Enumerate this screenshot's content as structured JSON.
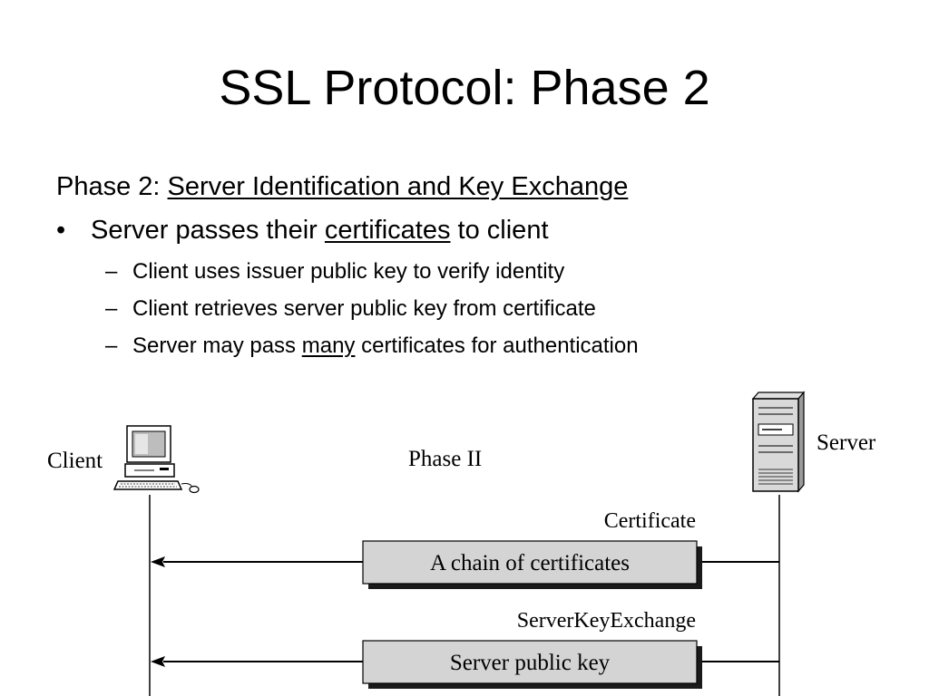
{
  "slide": {
    "title": "SSL Protocol: Phase 2",
    "phase_prefix": "Phase 2: ",
    "phase_name": "Server Identification and Key Exchange",
    "bullet": {
      "symbol": "•",
      "before": "Server passes their ",
      "underlined": "certificates",
      "after": " to client"
    },
    "subbullets": [
      {
        "dash": "–",
        "before": "Client uses issuer public key to verify identity",
        "underlined": "",
        "after": ""
      },
      {
        "dash": "–",
        "before": "Client retrieves server public key from certificate",
        "underlined": "",
        "after": ""
      },
      {
        "dash": "–",
        "before": "Server may pass ",
        "underlined": "many",
        "after": " certificates for authentication"
      }
    ]
  },
  "diagram": {
    "client_label": "Client",
    "server_label": "Server",
    "phase_label": "Phase II",
    "messages": [
      {
        "name": "Certificate",
        "content": "A chain of certificates"
      },
      {
        "name": "ServerKeyExchange",
        "content": "Server public key"
      }
    ],
    "colors": {
      "box_fill": "#d4d4d4",
      "box_shadow": "#1a1a1a",
      "line": "#000000"
    }
  }
}
